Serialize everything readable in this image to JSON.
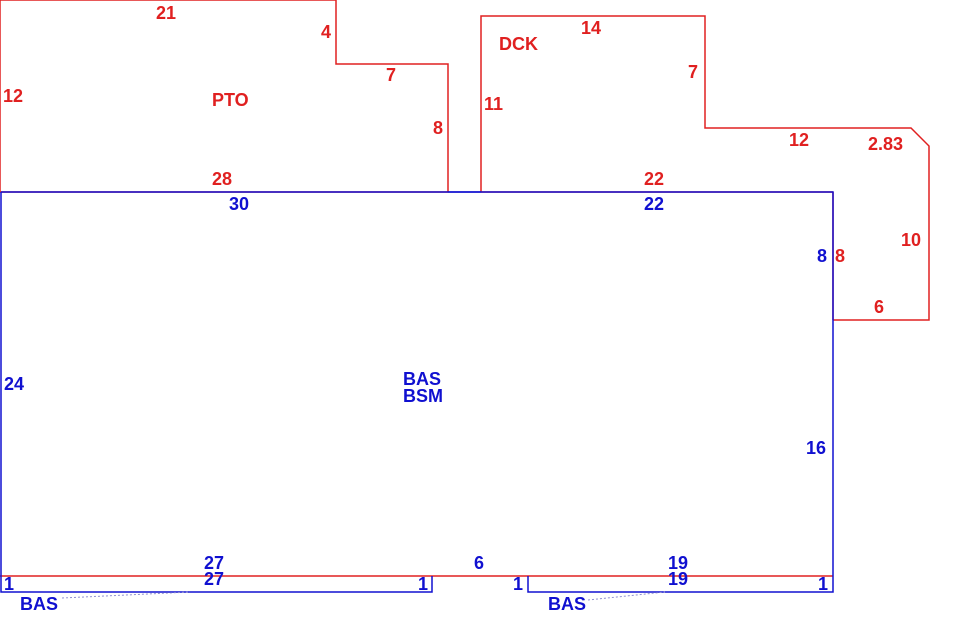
{
  "colors": {
    "red": "#e02020",
    "blue": "#1010d0",
    "background": "#ffffff"
  },
  "areas": {
    "pto": {
      "name": "PTO",
      "dims": [
        "21",
        "4",
        "7",
        "8",
        "28",
        "12"
      ]
    },
    "dck": {
      "name": "DCK",
      "dims": [
        "14",
        "7",
        "12",
        "2.83",
        "10",
        "6",
        "8",
        "22",
        "11"
      ]
    },
    "bas_main": {
      "name": "BAS",
      "name2": "BSM",
      "dims": [
        "30",
        "22",
        "8",
        "16",
        "19",
        "6",
        "27",
        "24"
      ]
    },
    "bas_left": {
      "name": "BAS",
      "dims": [
        "27",
        "1",
        "1"
      ]
    },
    "bas_right": {
      "name": "BAS",
      "dims": [
        "19",
        "1",
        "1"
      ]
    }
  }
}
